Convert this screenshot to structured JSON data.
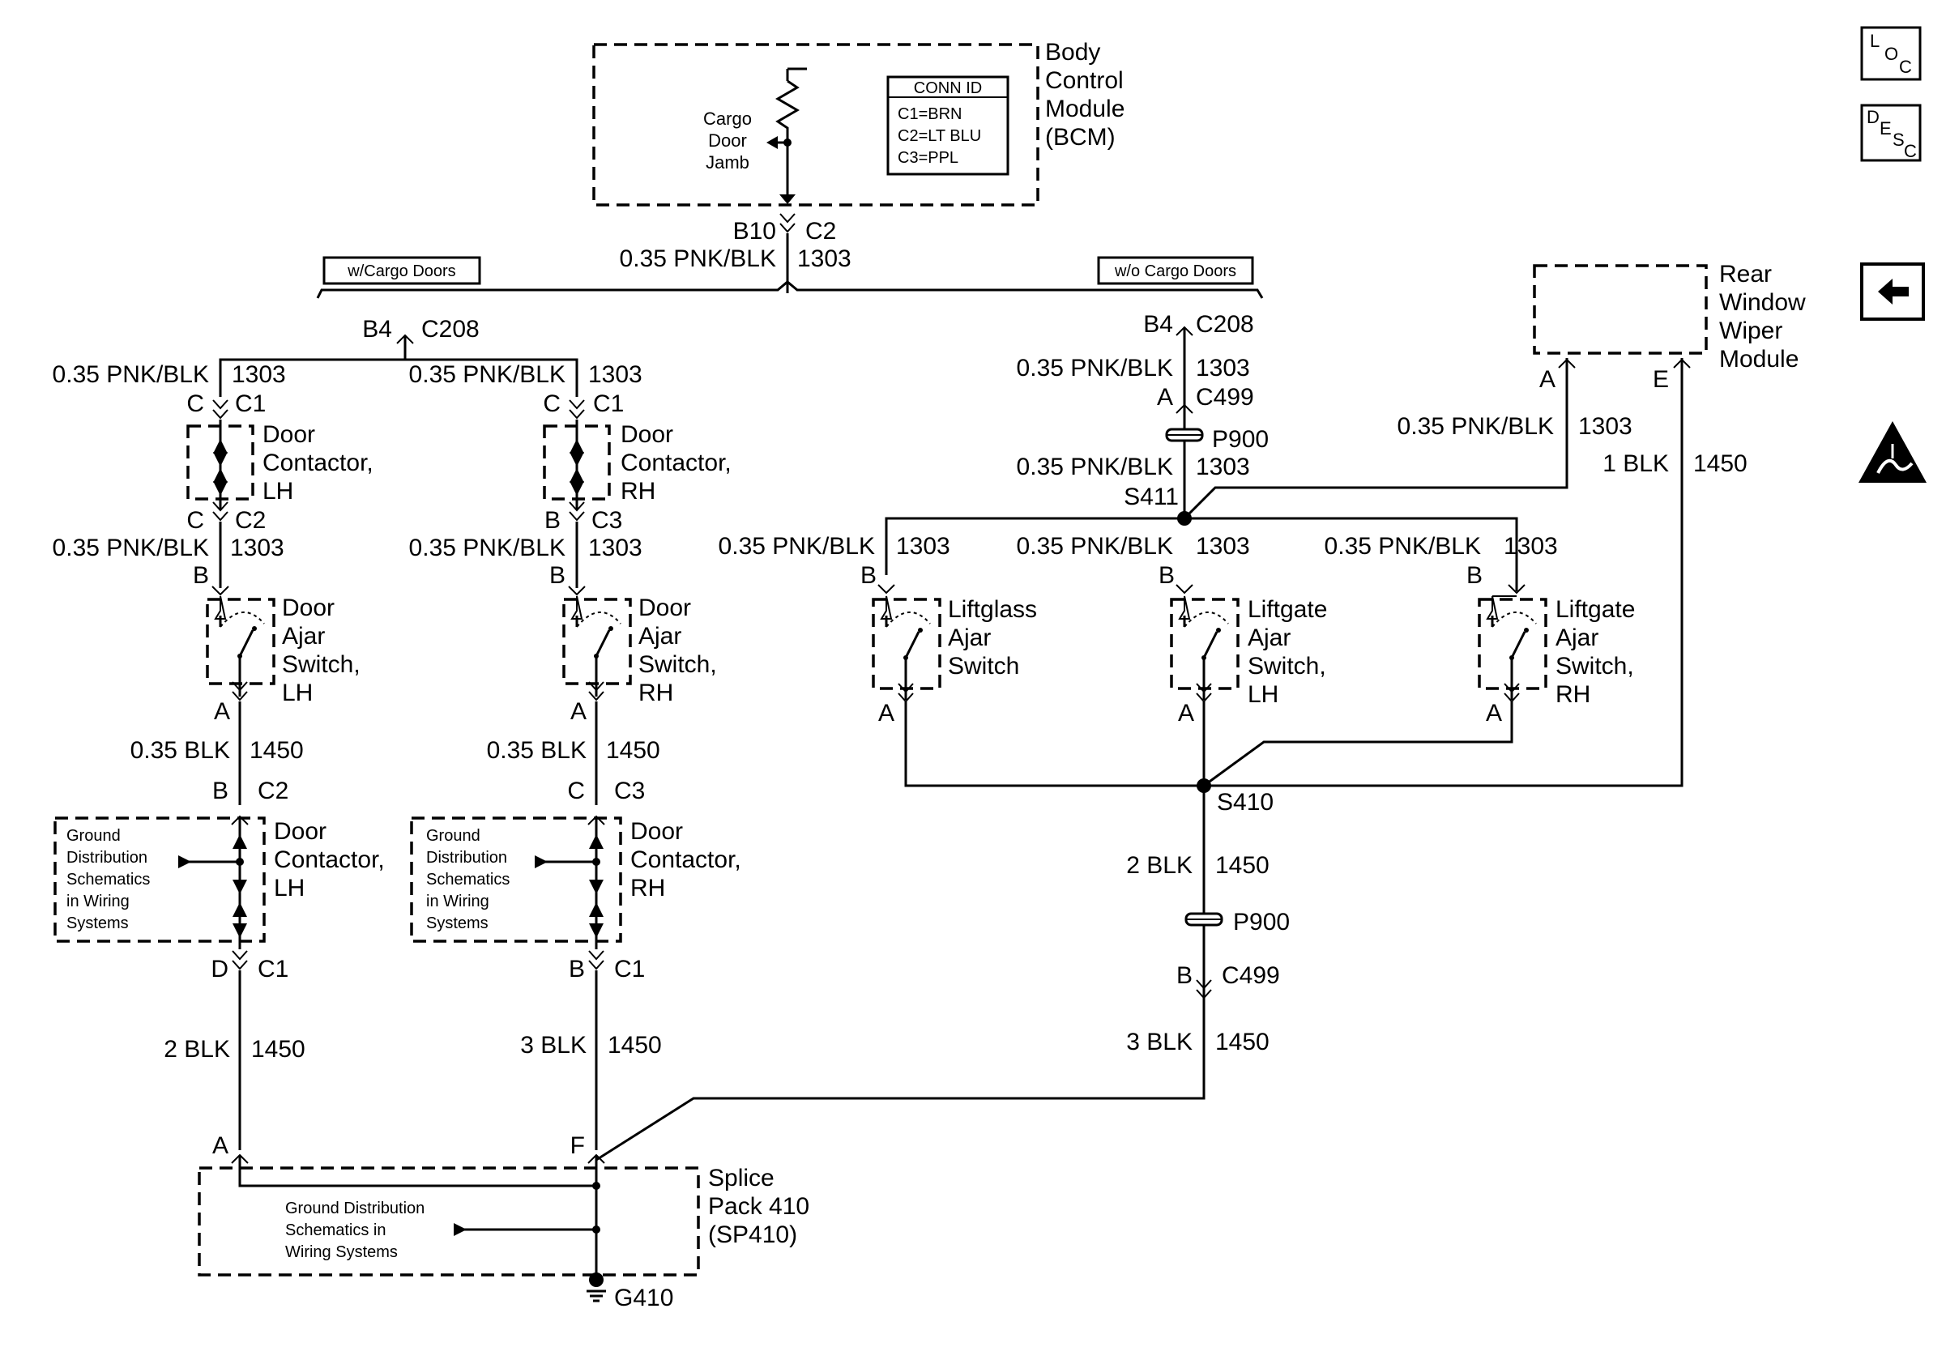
{
  "bcm": {
    "name_lines": [
      "Body",
      "Control",
      "Module",
      "(BCM)"
    ],
    "input_label_lines": [
      "Cargo",
      "Door",
      "Jamb"
    ],
    "conn_id_header": "CONN ID",
    "conn_ids": [
      "C1=BRN",
      "C2=LT BLU",
      "C3=PPL"
    ],
    "pin": "B10",
    "connector": "C2",
    "wire": "0.35 PNK/BLK",
    "circuit": "1303"
  },
  "option_labels": {
    "with_cargo": "w/Cargo Doors",
    "without_cargo": "w/o Cargo Doors"
  },
  "cargo": {
    "c208_pin": "B4",
    "c208": "C208",
    "lh_wire": "0.35 PNK/BLK",
    "lh_circuit": "1303",
    "rh_wire": "0.35 PNK/BLK",
    "rh_circuit": "1303"
  },
  "door_contactor_lh": {
    "name_lines": [
      "Door",
      "Contactor,",
      "LH"
    ],
    "top_pin": "C",
    "top_conn": "C1",
    "bot_pin": "C",
    "bot_conn": "C2",
    "out_wire": "0.35 PNK/BLK",
    "out_circuit": "1303"
  },
  "door_contactor_rh": {
    "name_lines": [
      "Door",
      "Contactor,",
      "RH"
    ],
    "top_pin": "C",
    "top_conn": "C1",
    "bot_pin": "B",
    "bot_conn": "C3",
    "out_wire": "0.35 PNK/BLK",
    "out_circuit": "1303"
  },
  "door_ajar_lh": {
    "name_lines": [
      "Door",
      "Ajar",
      "Switch,",
      "LH"
    ],
    "in_pin": "B",
    "out_pin": "A",
    "out_wire": "0.35 BLK",
    "out_circuit": "1450"
  },
  "door_ajar_rh": {
    "name_lines": [
      "Door",
      "Ajar",
      "Switch,",
      "RH"
    ],
    "in_pin": "B",
    "out_pin": "A",
    "out_wire": "0.35 BLK",
    "out_circuit": "1450"
  },
  "lower_contactor_lh": {
    "name_lines": [
      "Door",
      "Contactor,",
      "LH"
    ],
    "ref_lines": [
      "Ground",
      "Distribution",
      "Schematics",
      "in Wiring",
      "Systems"
    ],
    "top_pin": "B",
    "top_conn": "C2",
    "bot_pin": "D",
    "bot_conn": "C1",
    "out_wire": "2 BLK",
    "out_circuit": "1450",
    "splice_pin": "A"
  },
  "lower_contactor_rh": {
    "name_lines": [
      "Door",
      "Contactor,",
      "RH"
    ],
    "ref_lines": [
      "Ground",
      "Distribution",
      "Schematics",
      "in Wiring",
      "Systems"
    ],
    "top_pin": "C",
    "top_conn": "C3",
    "bot_pin": "B",
    "bot_conn": "C1",
    "out_wire": "3 BLK",
    "out_circuit": "1450",
    "splice_pin": "F"
  },
  "liftgate_feed": {
    "c208_pin": "B4",
    "c208": "C208",
    "wire1": "0.35 PNK/BLK",
    "circuit1": "1303",
    "c499_pin": "A",
    "c499": "C499",
    "p900": "P900",
    "wire2": "0.35 PNK/BLK",
    "circuit2": "1303",
    "splice": "S411"
  },
  "liftglass_switch": {
    "name_lines": [
      "Liftglass",
      "Ajar",
      "Switch"
    ],
    "in_wire": "0.35 PNK/BLK",
    "in_circuit": "1303",
    "in_pin": "B",
    "out_pin": "A"
  },
  "liftgate_lh": {
    "name_lines": [
      "Liftgate",
      "Ajar",
      "Switch,",
      "LH"
    ],
    "in_wire": "0.35 PNK/BLK",
    "in_circuit": "1303",
    "in_pin": "B",
    "out_pin": "A"
  },
  "liftgate_rh": {
    "name_lines": [
      "Liftgate",
      "Ajar",
      "Switch,",
      "RH"
    ],
    "in_wire": "0.35 PNK/BLK",
    "in_circuit": "1303",
    "in_pin": "B",
    "out_pin": "A"
  },
  "rear_wiper": {
    "name_lines": [
      "Rear",
      "Window",
      "Wiper",
      "Module"
    ],
    "pin_a": "A",
    "pin_e": "E",
    "a_wire": "0.35 PNK/BLK",
    "a_circuit": "1303",
    "e_wire": "1 BLK",
    "e_circuit": "1450"
  },
  "ground_path": {
    "splice": "S410",
    "wire1": "2 BLK",
    "circuit1": "1450",
    "p900": "P900",
    "c499_pin": "B",
    "c499": "C499",
    "wire2": "3 BLK",
    "circuit2": "1450"
  },
  "splice_pack": {
    "name_lines": [
      "Splice",
      "Pack 410",
      "(SP410)"
    ],
    "ref_lines": [
      "Ground Distribution",
      "Schematics in",
      "Wiring Systems"
    ],
    "ground": "G410"
  },
  "side_buttons": {
    "loc": {
      "l": "L",
      "o": "O",
      "c": "C"
    },
    "desc": {
      "d": "D",
      "e": "E",
      "s": "S",
      "c": "C"
    }
  }
}
